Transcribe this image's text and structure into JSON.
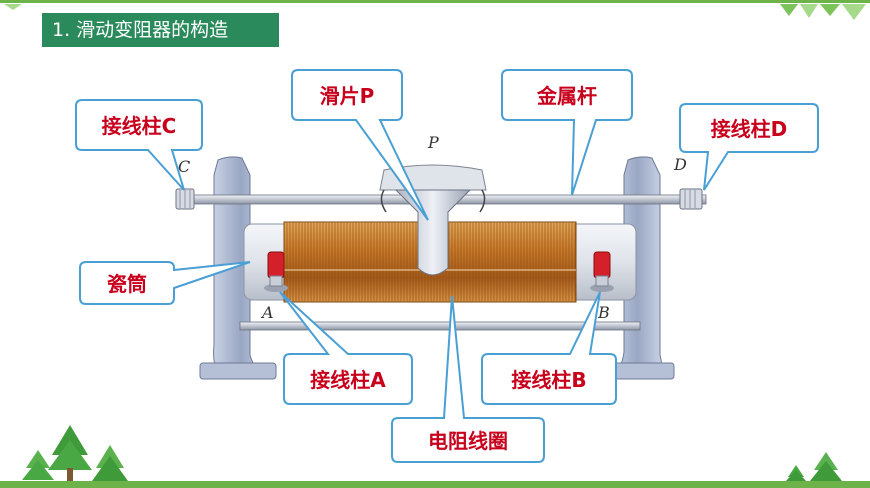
{
  "title": "1. 滑动变阻器的构造",
  "labels": {
    "terminal_c": "接线柱C",
    "slider_p": "滑片P",
    "metal_rod": "金属杆",
    "terminal_d": "接线柱D",
    "porcelain_tube": "瓷筒",
    "terminal_a": "接线柱A",
    "terminal_b": "接线柱B",
    "resistance_coil": "电阻线圈"
  },
  "letters": {
    "c": "C",
    "p": "P",
    "d": "D",
    "a": "A",
    "b": "B"
  },
  "colors": {
    "title_bg": "#2a8a5c",
    "label_text": "#c8001c",
    "callout_bg": "#ffffff",
    "callout_border": "#4a9fd4",
    "coil": "#c97a2a",
    "frame": "#a9b6d0",
    "ground_strip": "#6db34a"
  }
}
